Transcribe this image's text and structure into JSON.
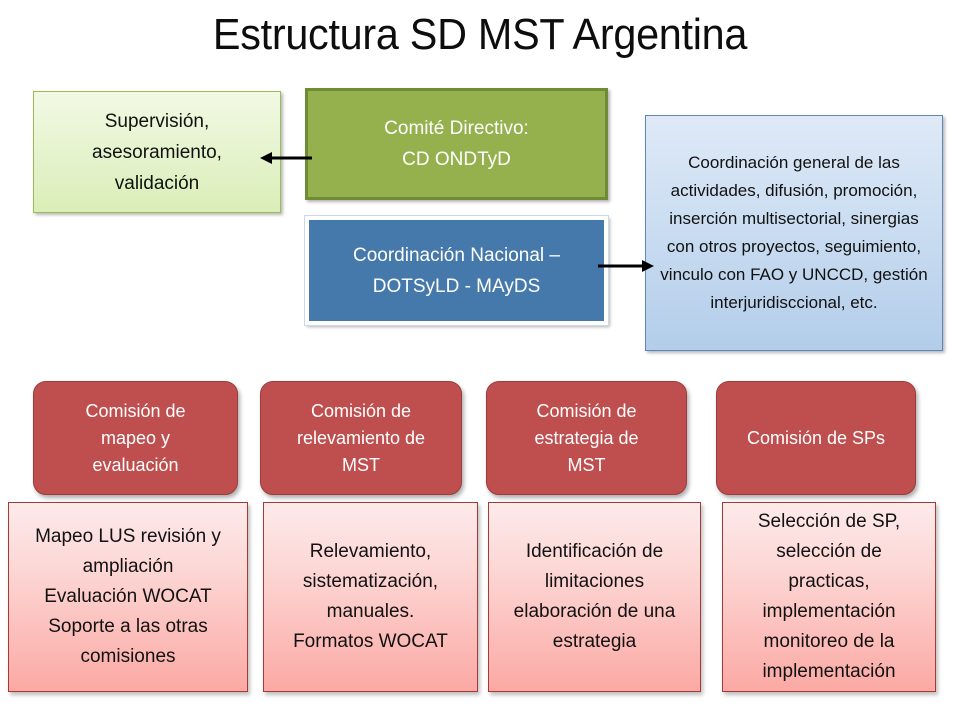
{
  "title": "Estructura SD MST Argentina",
  "colors": {
    "green_fill": "#94b14e",
    "green_border": "#6f8b38",
    "light_green_fill": "#e7f4d0",
    "blue_fill": "#4679ab",
    "light_blue_fill": "#cddff2",
    "red_fill": "#bf4f4f",
    "pink_fill": "#fcd7d5",
    "arrow": "#000000",
    "text_dark": "#111111",
    "text_light": "#ffffff"
  },
  "boxes": {
    "supervision": "Supervisión,\nasesoramiento,\nvalidación",
    "comite_directivo": "Comité Directivo:\nCD ONDTyD",
    "coordinacion_nacional": "Coordinación Nacional –\nDOTSyLD - MAyDS",
    "coordinacion_general": "Coordinación general de las actividades, difusión, promoción, inserción multisectorial, sinergias con otros proyectos, seguimiento, vinculo con FAO y UNCCD, gestión interjuridisccional, etc."
  },
  "commissions": [
    {
      "label": "Comisión de\nmapeo y\nevaluación"
    },
    {
      "label": "Comisión de\nrelevamiento de\nMST"
    },
    {
      "label": "Comisión de\nestrategia de\nMST"
    },
    {
      "label": "Comisión de SPs"
    }
  ],
  "tasks": [
    {
      "label": "Mapeo LUS revisión y\nampliación\nEvaluación WOCAT\nSoporte a las otras\ncomisiones"
    },
    {
      "label": "Relevamiento,\nsistematización,\nmanuales.\nFormatos WOCAT"
    },
    {
      "label": "Identificación de\nlimitaciones\nelaboración de una\nestrategia"
    },
    {
      "label": "Selección de SP,\nselección de\npracticas,\nimplementación\nmonitoreo de la\nimplementación"
    }
  ],
  "arrows": [
    {
      "name": "arrow-comite-to-supervision",
      "direction": "left"
    },
    {
      "name": "arrow-coordinacion-to-general",
      "direction": "right"
    }
  ]
}
